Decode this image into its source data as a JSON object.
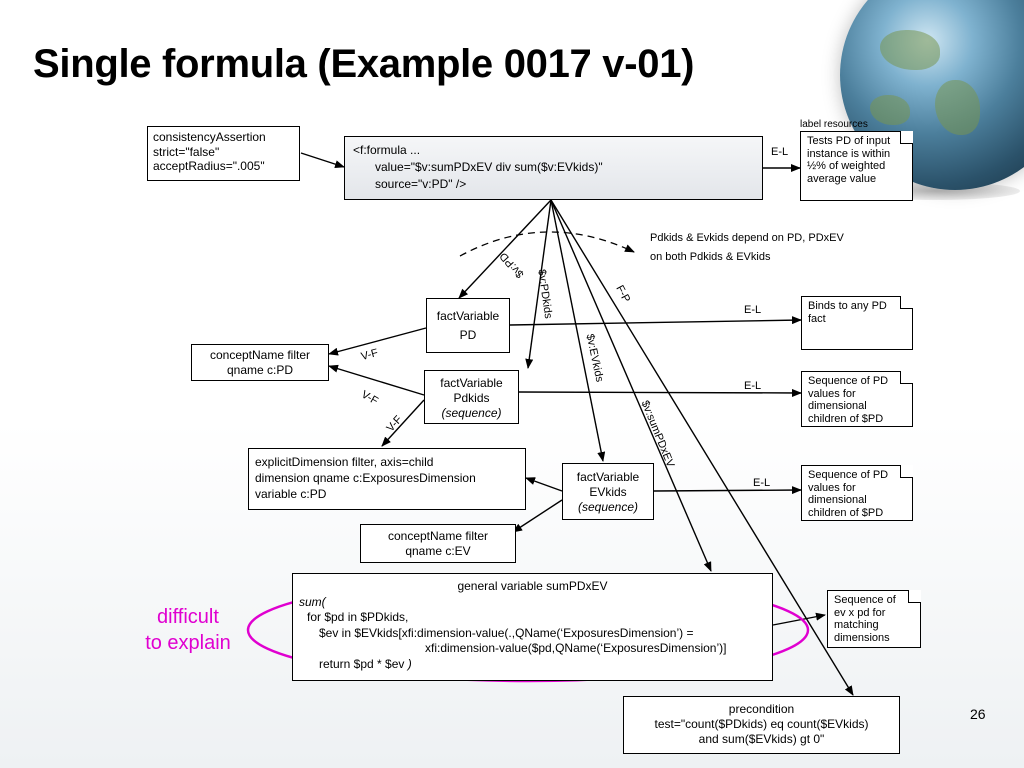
{
  "slide": {
    "title": "Single formula (Example 0017 v-01)",
    "page_number": "26"
  },
  "boxes": {
    "consistency": [
      "consistencyAssertion",
      "strict=\"false\"",
      "acceptRadius=\".005\""
    ],
    "formula": [
      "<f:formula ...",
      "value=\"$v:sumPDxEV div sum($v:EVkids)\"",
      "source=\"v:PD\" />"
    ],
    "factvar_pd": [
      "factVariable",
      "PD"
    ],
    "concept_pd": [
      "conceptName filter",
      "qname c:PD"
    ],
    "factvar_pdkids": [
      "factVariable",
      "Pdkids",
      "(sequence)"
    ],
    "explicit_dim": [
      "explicitDimension filter, axis=child",
      "dimension qname c:ExposuresDimension",
      "variable c:PD"
    ],
    "factvar_evkids": [
      "factVariable",
      "EVkids",
      "(sequence)"
    ],
    "concept_ev": [
      "conceptName filter",
      "qname c:EV"
    ],
    "general": [
      "general variable sumPDxEV",
      "sum(",
      "for $pd in $PDkids,",
      "$ev in $EVkids[xfi:dimension-value(.,QName(‘ExposuresDimension’) =",
      "xfi:dimension-value($pd,QName(‘ExposuresDimension’)]",
      "return $pd * $ev",
      ")"
    ],
    "precondition": [
      "precondition",
      "test=\"count($PDkids) eq count($EVkids)",
      "and sum($EVkids) gt 0\""
    ]
  },
  "notes": {
    "label_resources": "label resources",
    "formula_label": [
      "Tests PD of input",
      "instance is within",
      "½% of weighted",
      "average value"
    ],
    "pd_label": [
      "Binds to any PD",
      "fact"
    ],
    "pdkids_label": [
      "Sequence of PD",
      "values for",
      "dimensional",
      "children of $PD"
    ],
    "evkids_label": [
      "Sequence of PD",
      "values for",
      "dimensional",
      "children of $PD"
    ],
    "general_label": [
      "Sequence of",
      "ev x pd for",
      "matching",
      "dimensions"
    ]
  },
  "edge_labels": {
    "el": "E-L",
    "vf": "V-F",
    "fp": "F-P",
    "arc_pd": "$v:PD",
    "arc_pdkids": "$v:PDkids",
    "arc_evkids": "$v:EVkids",
    "arc_sum": "$v:sumPDxEV",
    "dependency_1": "Pdkids & Evkids depend on PD, PDxEV",
    "dependency_2": "on both Pdkids & EVkids"
  },
  "annotation": {
    "line1": "difficult",
    "line2": "to explain",
    "color": "#e000d0"
  }
}
